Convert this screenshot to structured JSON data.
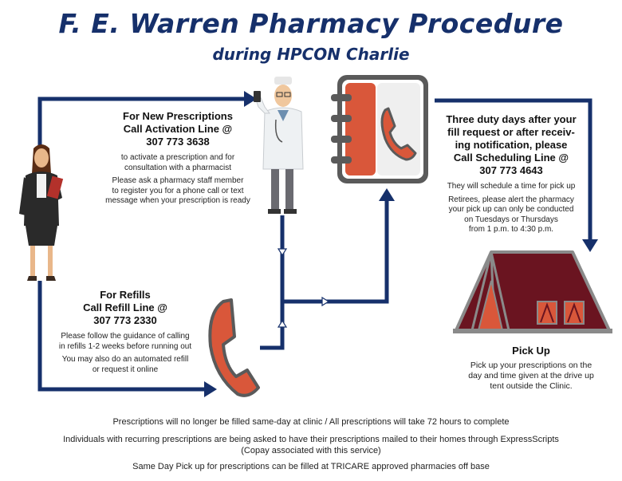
{
  "title": "F. E. Warren Pharmacy Procedure",
  "subtitle": "during HPCON Charlie",
  "new_rx": {
    "heading": [
      "For New Prescriptions",
      "Call Activation Line @",
      "307 773 3638"
    ],
    "lines": [
      "to activate a prescription and for",
      "consultation with a pharmacist"
    ],
    "lines2": [
      "Please ask a pharmacy staff member",
      "to register you for a phone call or text",
      "message when your prescription is ready"
    ]
  },
  "refills": {
    "heading": [
      "For Refills",
      "Call Refill Line @",
      "307 773 2330"
    ],
    "lines": [
      "Please follow the guidance of calling",
      "in refills 1-2 weeks before running out"
    ],
    "lines2": [
      "You may also do an automated refill",
      "or request it online"
    ]
  },
  "scheduling": {
    "heading": [
      "Three duty days after your",
      "fill request or after receiv-",
      "ing notification, please",
      "Call Scheduling Line @",
      "307 773 4643"
    ],
    "lines": [
      "They will schedule a time for pick up"
    ],
    "lines2": [
      "Retirees, please alert the pharmacy",
      "your pick up can only be conducted",
      "on Tuesdays or Thursdays",
      "from 1 p.m. to 4:30 p.m."
    ]
  },
  "pickup": {
    "heading": "Pick Up",
    "lines": [
      "Pick up your prescriptions on the",
      "day and time given at the drive up",
      "tent outside the Clinic."
    ]
  },
  "footer": [
    "Prescriptions will no longer be filled same-day at clinic / All prescriptions will take 72 hours to complete",
    "Individuals with recurring prescriptions are being asked to have their prescriptions mailed to their homes through ExpressScripts",
    "(Copay associated with this service)",
    "Same Day Pick up for prescriptions can be filled at TRICARE approved pharmacies off base"
  ],
  "icons": [
    "businesswoman-icon",
    "pharmacist-icon",
    "phonebook-icon",
    "phone-handset-icon",
    "tent-icon"
  ],
  "colors": {
    "navy": "#16306b",
    "red": "#d9573a",
    "tent": "#6a1420",
    "gray": "#8a8a8a"
  }
}
